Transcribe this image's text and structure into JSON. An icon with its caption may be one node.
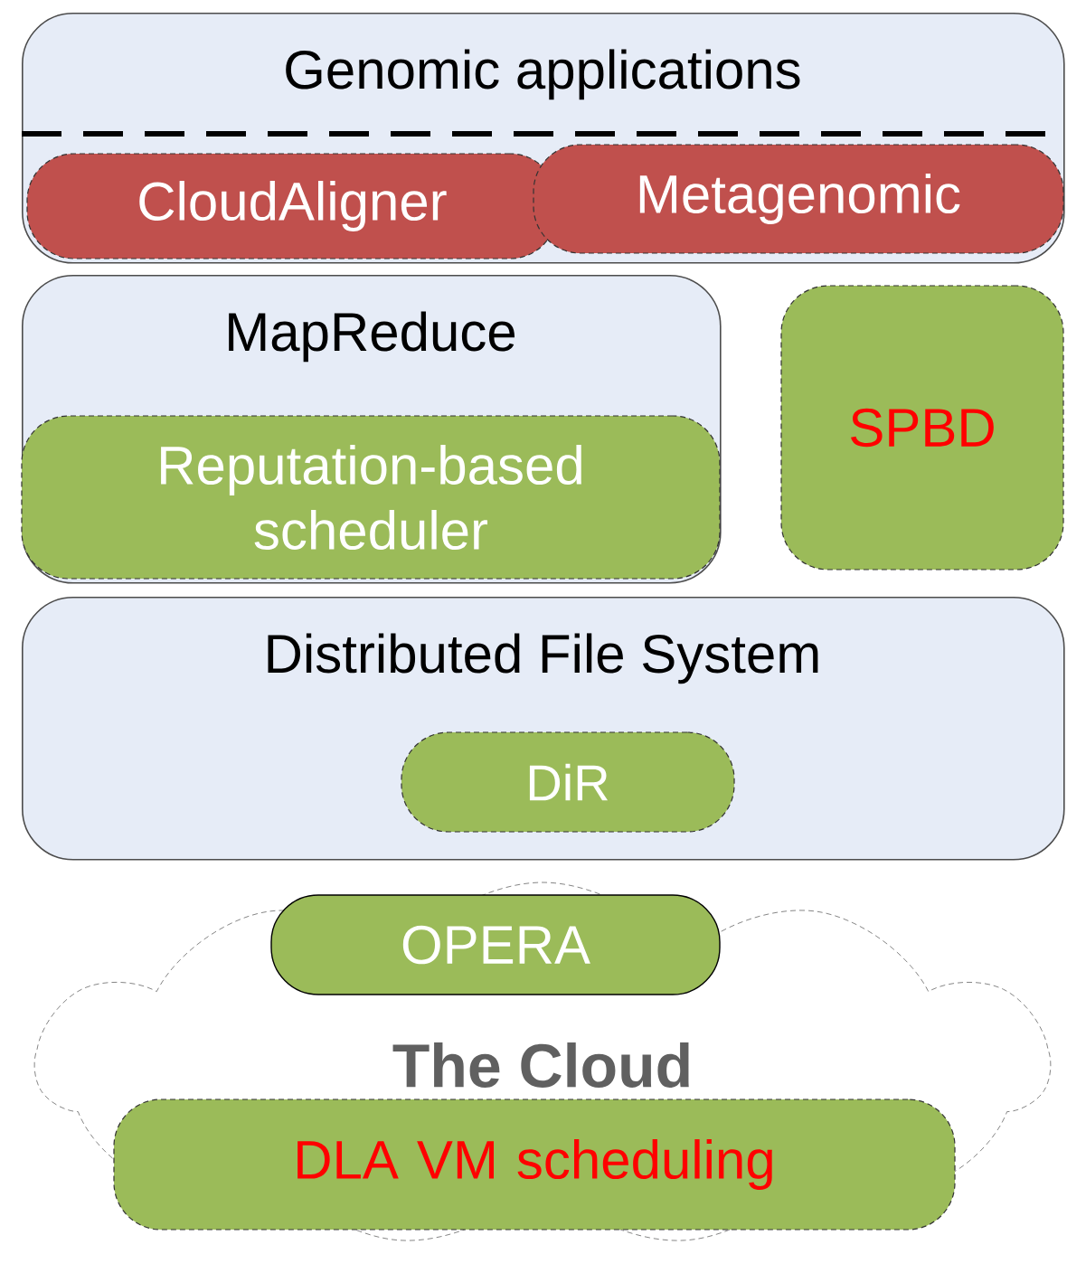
{
  "diagram": {
    "nodes": [
      {
        "text": [
          "Genomic applications"
        ]
      },
      {
        "text": [
          "CloudAligner"
        ],
        "in": 0
      },
      {
        "text": [
          "Metagenomic"
        ],
        "in": 0
      },
      {
        "text": [
          "MapReduce"
        ]
      },
      {
        "text": [
          "Reputation-based scheduler"
        ],
        "in": 3
      },
      {
        "text": [
          "SPBD"
        ]
      },
      {
        "text": [
          "Distributed File System"
        ]
      },
      {
        "text": [
          "DiR"
        ],
        "in": 6
      },
      {
        "text": [
          "The Cloud"
        ]
      },
      {
        "text": [
          "OPERA"
        ],
        "in": 8
      },
      {
        "text": [
          "DLA VM scheduling"
        ],
        "in": 8
      }
    ]
  }
}
